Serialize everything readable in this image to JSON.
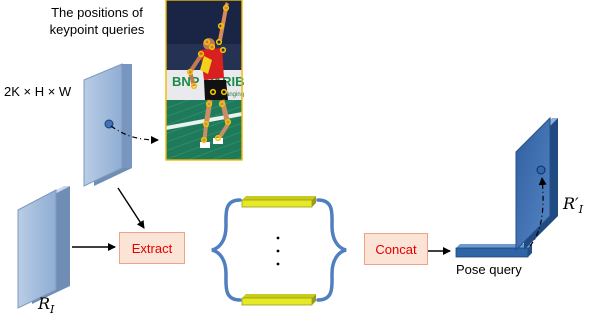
{
  "caption": "The positions of keypoint queries",
  "dim_label": "2K × H × W",
  "extract_label": "Extract",
  "concat_label": "Concat",
  "pose_query_label": "Pose query",
  "ri_label": {
    "main": "R",
    "sub": "I"
  },
  "rip_label": {
    "main": "R",
    "prime": "′",
    "sub": "I"
  },
  "photo": {
    "banner_text_1": "BNP",
    "banner_text_2": "PARIB",
    "banner_text_3": "for a changing",
    "keypoint_count": 17
  },
  "colors": {
    "plane_fill": "#a7bfdc",
    "plane_edge": "#7f99bb",
    "plane_dark": "#3a6aa8",
    "bar_fill": "#e6ea26",
    "bar_edge": "#9a9a20",
    "brace": "#4f7fbf",
    "box_fill": "#fbe3d6",
    "box_text": "#e60000",
    "keypoint": "#f2c200"
  }
}
